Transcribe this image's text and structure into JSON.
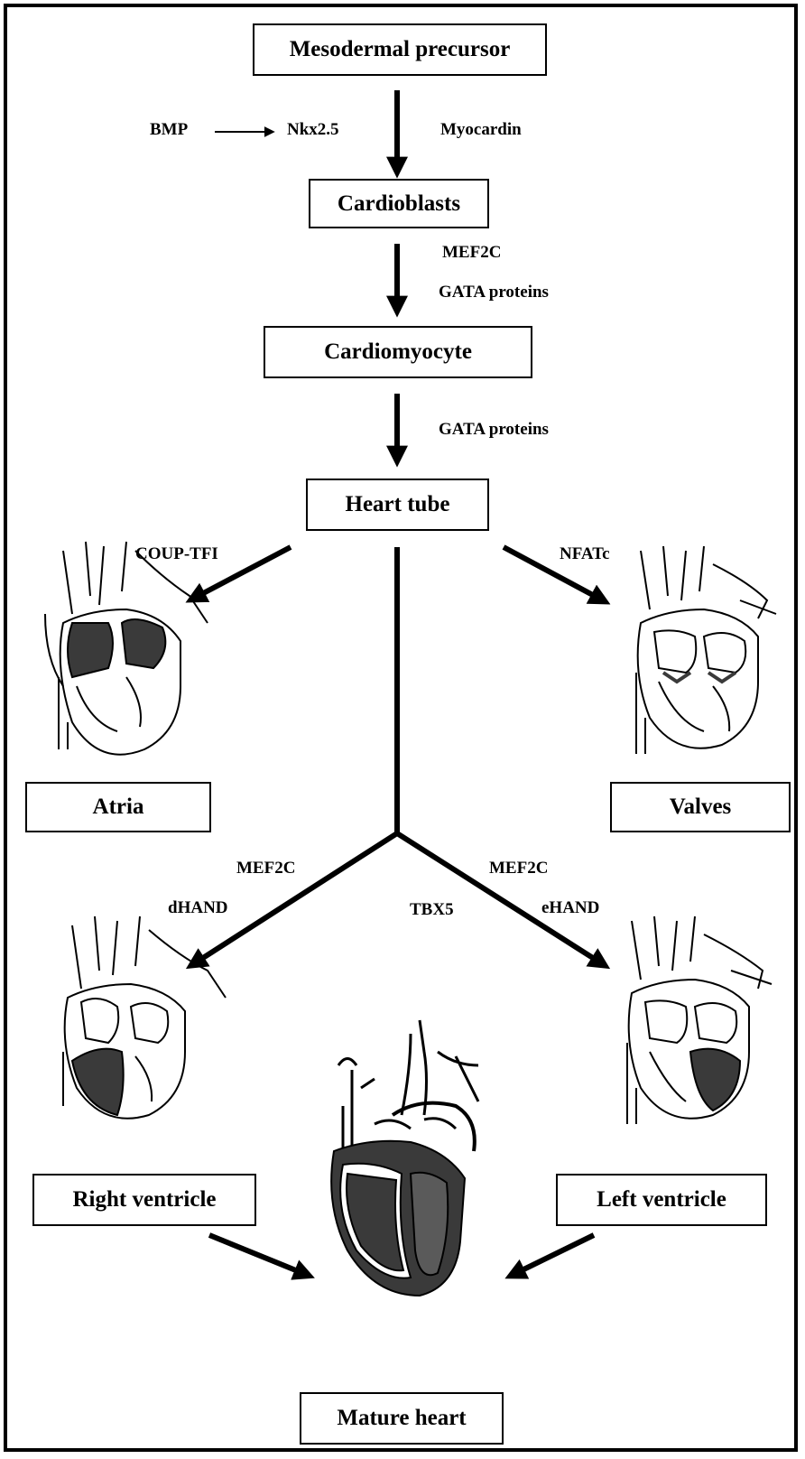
{
  "stages": {
    "mesodermal_precursor": "Mesodermal precursor",
    "cardioblasts": "Cardioblasts",
    "cardiomyocyte": "Cardiomyocyte",
    "heart_tube": "Heart tube",
    "atria": "Atria",
    "valves": "Valves",
    "right_ventricle": "Right ventricle",
    "left_ventricle": "Left ventricle",
    "mature_heart": "Mature heart"
  },
  "factors": {
    "bmp": "BMP",
    "nkx25": "Nkx2.5",
    "myocardin": "Myocardin",
    "mef2c_1": "MEF2C",
    "gata_1": "GATA proteins",
    "gata_2": "GATA proteins",
    "coup_tfi": "COUP-TFI",
    "nfatc": "NFATc",
    "mef2c_right": "MEF2C",
    "dhand": "dHAND",
    "tbx5": "TBX5",
    "mef2c_left": "MEF2C",
    "ehand": "eHAND"
  },
  "colors": {
    "ink": "#000000",
    "background": "#ffffff",
    "shading": "#3a3a3a"
  }
}
